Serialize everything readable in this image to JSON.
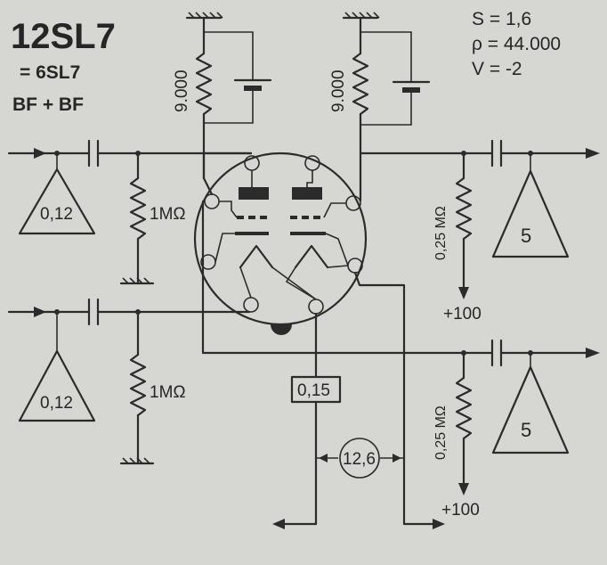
{
  "title": "12SL7",
  "equivalent": "= 6SL7",
  "application": "BF + BF",
  "params": {
    "s": "S = 1,6",
    "rho": "ρ = 44.000",
    "v": "V = -2"
  },
  "components": {
    "plate_resistor_left": "9.000",
    "plate_resistor_right": "9.000",
    "grid_resistor_top": "1MΩ",
    "grid_resistor_bottom": "1MΩ",
    "output_resistor_top": "0,25 MΩ",
    "output_resistor_bottom": "0,25 MΩ",
    "supply_top": "+100",
    "supply_bottom": "+100",
    "heater_current": "0,15",
    "heater_voltage": "12,6",
    "input_level_top": "0,12",
    "input_level_bottom": "0,12",
    "output_level_top": "5",
    "output_level_bottom": "5"
  }
}
